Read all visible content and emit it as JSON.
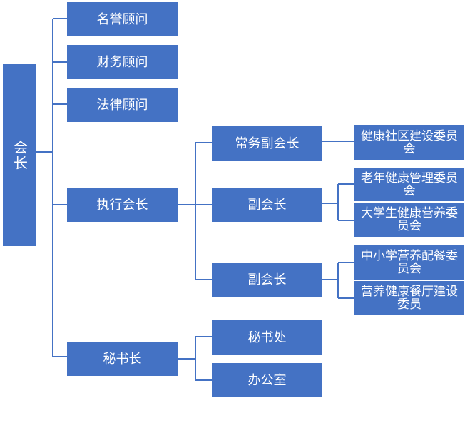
{
  "org_chart": {
    "root": "会长",
    "advisors": [
      "名誉顾问",
      "财务顾问",
      "法律顾问"
    ],
    "executive_president": "执行会长",
    "executive_vp": "常务副会长",
    "vp_a": "副会长",
    "vp_b": "副会长",
    "secretary_general": "秘书长",
    "committees": [
      "健康社区建设委员会",
      "老年健康管理委员会",
      "大学生健康营养委员会",
      "中小学营养配餐委员会",
      "营养健康餐厅建设委员"
    ],
    "secretariat": "秘书处",
    "office": "办公室"
  },
  "colors": {
    "box": "#4472c4",
    "line": "#4472c4",
    "text": "#ffffff"
  }
}
